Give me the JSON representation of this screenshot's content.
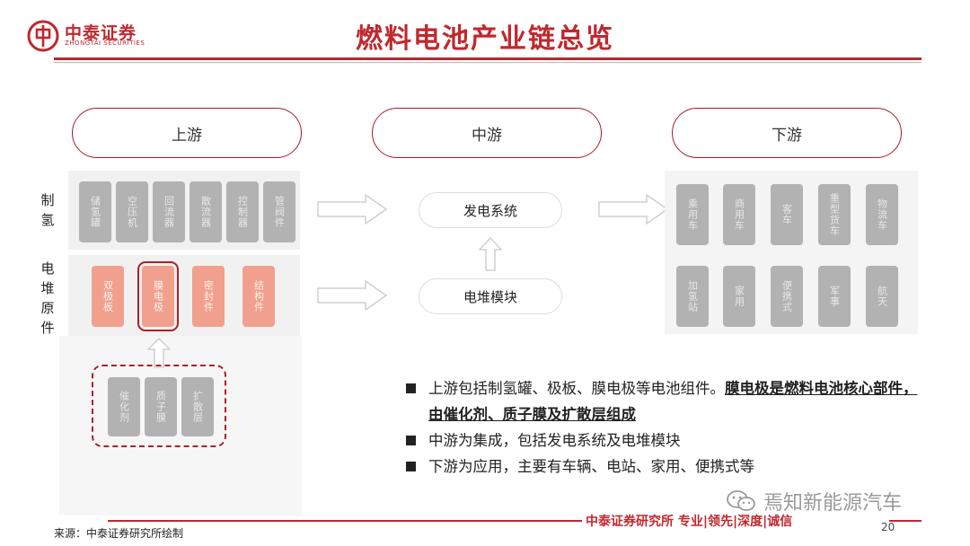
{
  "brand": {
    "name_cn": "中泰证券",
    "name_en": "ZHONGTAI SECURITIES",
    "color": "#c0282e"
  },
  "title": "燃料电池产业链总览",
  "stages": [
    "上游",
    "中游",
    "下游"
  ],
  "row_labels": {
    "hydrogen": "制氢",
    "stack": "电堆原件"
  },
  "upstream": {
    "hydrogen_items": [
      "储氢罐",
      "空压机",
      "回流器",
      "散流器",
      "控制器",
      "管阀件"
    ],
    "stack_items": [
      "双极板",
      "膜电极",
      "密封件",
      "结构件"
    ],
    "mea_items": [
      "催化剂",
      "质子膜",
      "扩散层"
    ],
    "selected": "膜电极"
  },
  "midstream": {
    "top": "发电系统",
    "bottom": "电堆模块"
  },
  "downstream": {
    "row1": [
      "乘用车",
      "商用车",
      "客车",
      "重型货车",
      "物流车"
    ],
    "row2": [
      "加氢站",
      "家用",
      "便携式",
      "军事",
      "航天"
    ]
  },
  "bullets": [
    {
      "text": "上游包括制氢罐、极板、膜电极等电池组件。",
      "highlight": "膜电极是燃料电池核心部件，由催化剂、质子膜及扩散层组成"
    },
    {
      "text": "中游为集成，包括发电系统及电堆模块",
      "highlight": ""
    },
    {
      "text": "下游为应用，主要有车辆、电站、家用、便携式等",
      "highlight": ""
    }
  ],
  "footer": {
    "source": "来源：中泰证券研究所绘制",
    "slogan": "中泰证券研究所 专业|领先|深度|诚信",
    "page": "20",
    "watermark": "焉知新能源汽车"
  },
  "colors": {
    "accent": "#c0282e",
    "card_gray": "#b2b2b2",
    "card_salmon": "#f1a08d"
  }
}
